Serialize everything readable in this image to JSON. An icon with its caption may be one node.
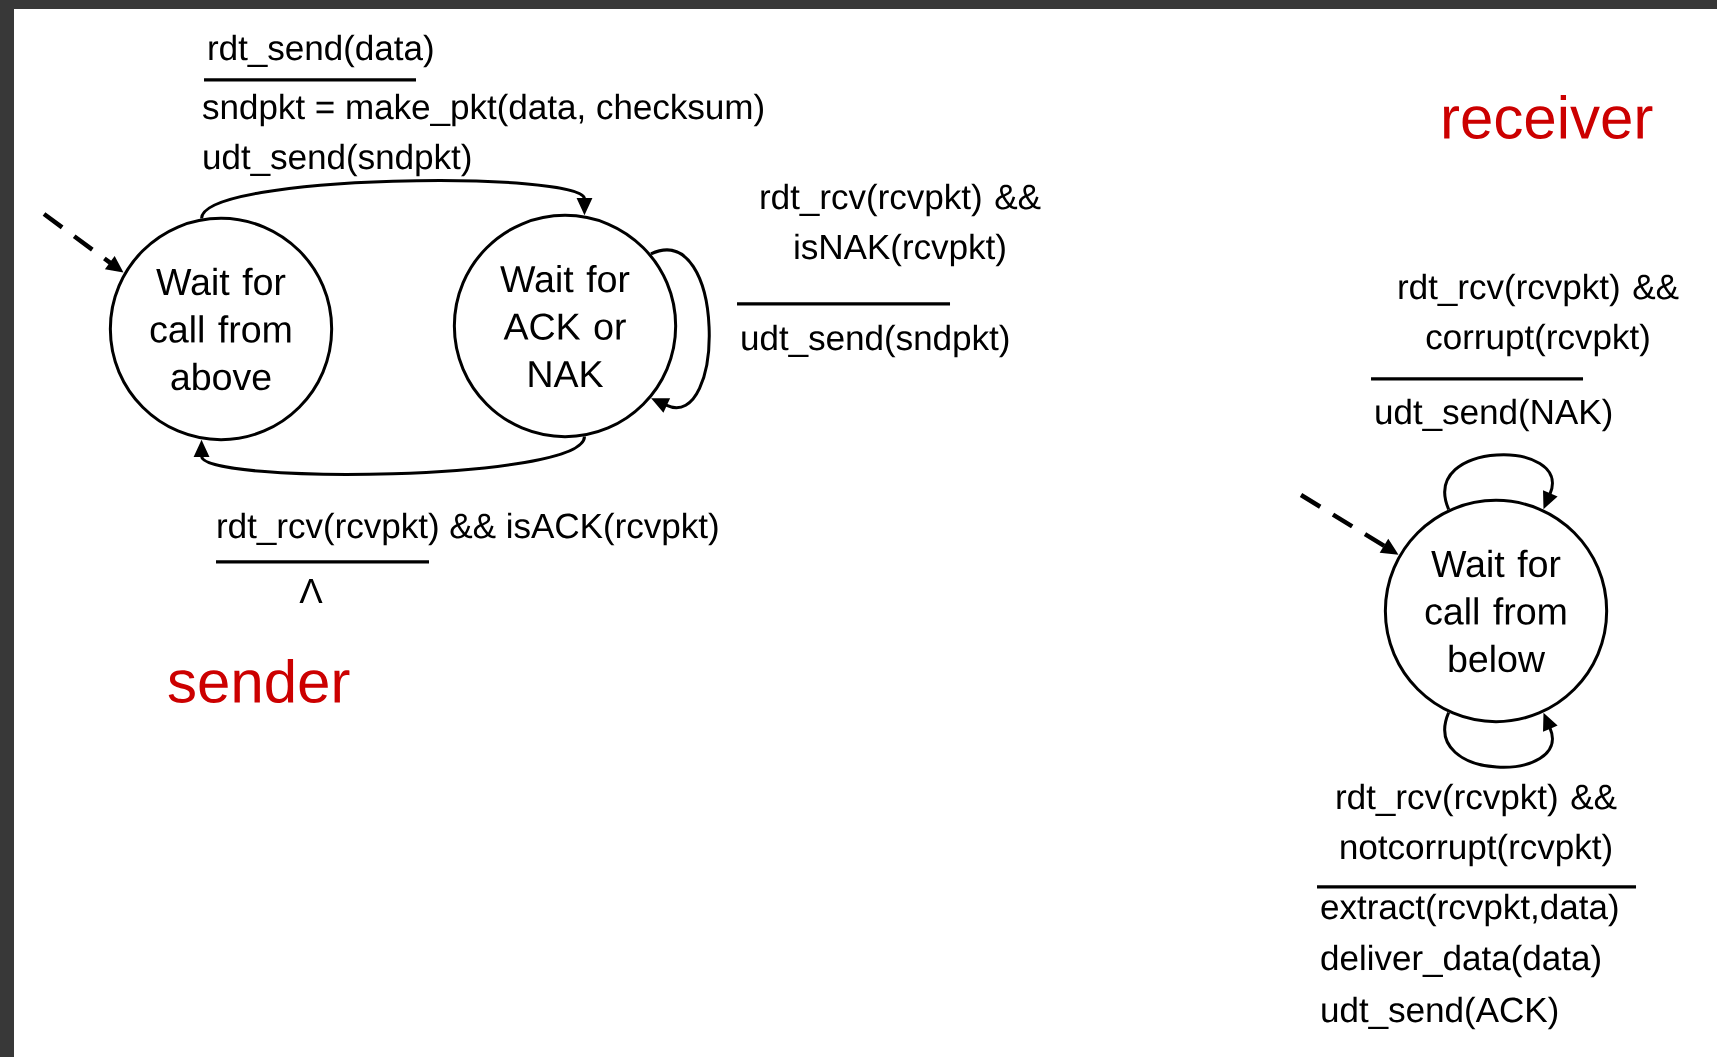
{
  "diagram": {
    "nodes": [
      {
        "text": [
          "Wait for call from above"
        ]
      },
      {
        "text": [
          "Wait for ACK or NAK"
        ]
      },
      {
        "text": [
          "Wait for call from below"
        ]
      }
    ],
    "edges": [
      {
        "from": null,
        "to": 0,
        "arrow": "to",
        "style": "dashed"
      },
      {
        "from": 0,
        "to": 1,
        "arrow": "to",
        "label": "rdt_send(data)"
      },
      {
        "from": 1,
        "to": 1,
        "arrow": "to",
        "label": "rdt_rcv(rcvpkt) && isNAK(rcvpkt)"
      },
      {
        "from": 1,
        "to": 0,
        "arrow": "to",
        "label": "rdt_rcv(rcvpkt) && isACK(rcvpkt)"
      },
      {
        "from": null,
        "to": 2,
        "arrow": "to",
        "style": "dashed"
      },
      {
        "from": 2,
        "to": 2,
        "arrow": "to",
        "label": "rdt_rcv(rcvpkt) && corrupt(rcvpkt)"
      },
      {
        "from": 2,
        "to": 2,
        "arrow": "to",
        "label": "rdt_rcv(rcvpkt) && notcorrupt(rcvpkt)"
      }
    ],
    "labels": [
      "sndpkt = make_pkt(data, checksum)",
      "udt_send(sndpkt)",
      "receiver",
      "udt_send(sndpkt)",
      "udt_send(NAK)",
      "Λ",
      "sender",
      "extract(rcvpkt,data)",
      "deliver_data(data)",
      "udt_send(ACK)"
    ]
  }
}
